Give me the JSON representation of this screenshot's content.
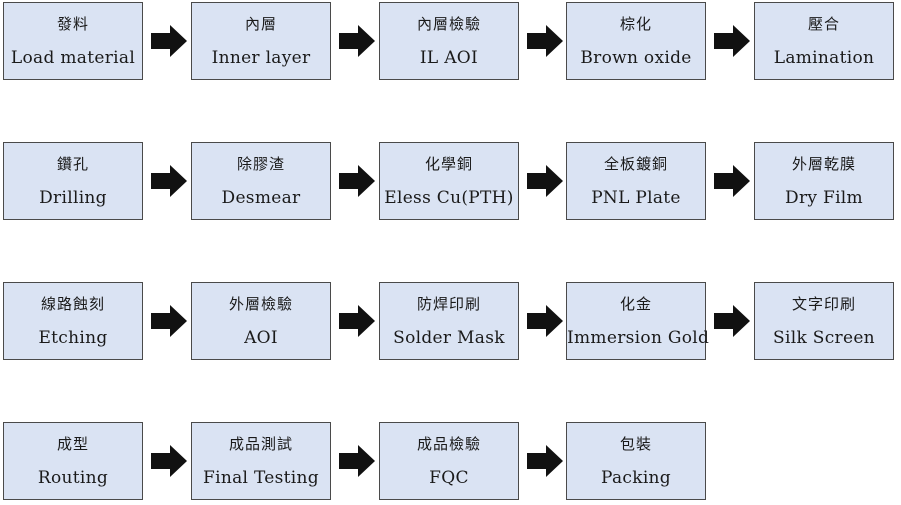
{
  "steps": [
    {
      "zh": "發料",
      "en": "Load material"
    },
    {
      "zh": "內層",
      "en": "Inner layer"
    },
    {
      "zh": "內層檢驗",
      "en": "IL AOI"
    },
    {
      "zh": "棕化",
      "en": "Brown oxide"
    },
    {
      "zh": "壓合",
      "en": "Lamination"
    },
    {
      "zh": "鑽孔",
      "en": "Drilling"
    },
    {
      "zh": "除膠渣",
      "en": "Desmear"
    },
    {
      "zh": "化學銅",
      "en": "Eless Cu(PTH)"
    },
    {
      "zh": "全板鍍銅",
      "en": "PNL Plate"
    },
    {
      "zh": "外層乾膜",
      "en": "Dry Film"
    },
    {
      "zh": "線路蝕刻",
      "en": "Etching"
    },
    {
      "zh": "外層檢驗",
      "en": "AOI"
    },
    {
      "zh": "防焊印刷",
      "en": "Solder Mask"
    },
    {
      "zh": "化金",
      "en": "Immersion Gold"
    },
    {
      "zh": "文字印刷",
      "en": "Silk Screen"
    },
    {
      "zh": "成型",
      "en": "Routing"
    },
    {
      "zh": "成品測試",
      "en": "Final Testing"
    },
    {
      "zh": "成品檢驗",
      "en": "FQC"
    },
    {
      "zh": "包裝",
      "en": "Packing"
    }
  ],
  "colors": {
    "box_fill": "#dae3f3",
    "box_border": "#4a4a4a",
    "arrow": "#111111"
  }
}
